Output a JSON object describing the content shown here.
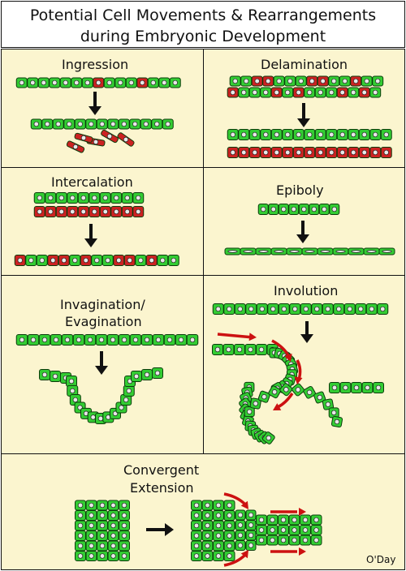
{
  "title": {
    "line1": "Potential Cell Movements & Rearrangements",
    "line2": "during Embryonic Development"
  },
  "panels": {
    "ingression": "Ingression",
    "delamination": "Delamination",
    "intercalation": "Intercalation",
    "epiboly": "Epiboly",
    "invagination_line1": "Invagination/",
    "invagination_line2": "Evagination",
    "involution": "Involution",
    "convergent_line1": "Convergent",
    "convergent_line2": "Extension"
  },
  "credit": "O'Day",
  "colors": {
    "panel_bg": "#fbf5cf",
    "green_cell": "#33cc33",
    "red_cell": "#cc2222",
    "arrow_black": "#111111",
    "arrow_red": "#cc1111",
    "nucleus": "#e8e8e8"
  }
}
